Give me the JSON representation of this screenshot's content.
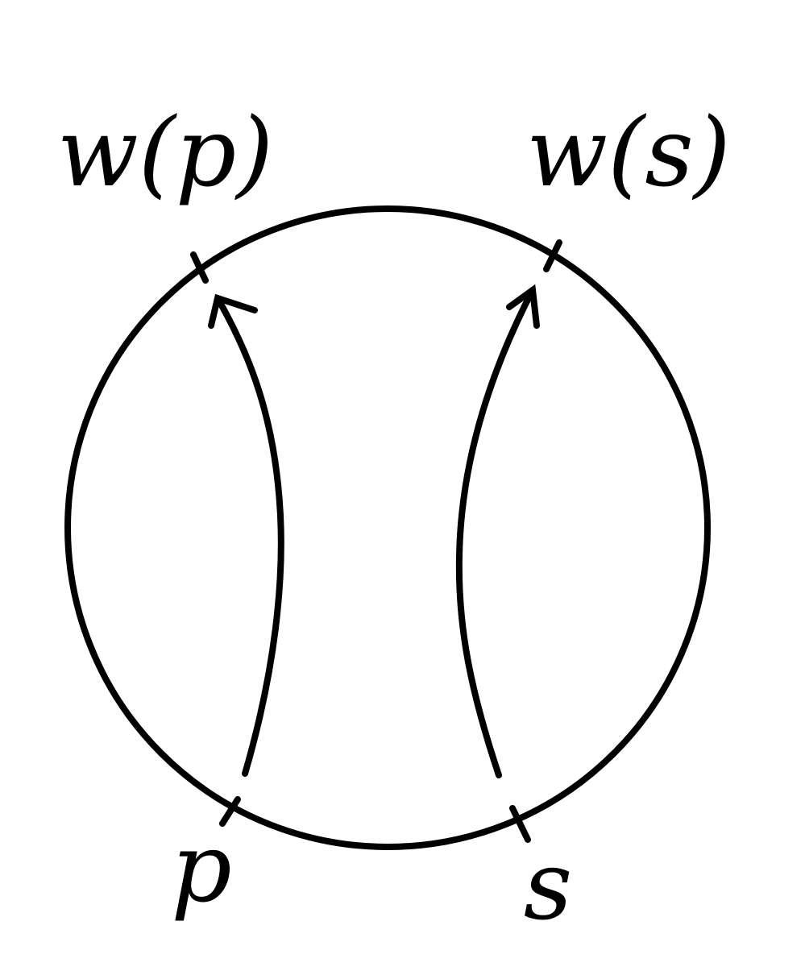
{
  "labels": {
    "top_left": "w(p)",
    "top_right": "w(s)",
    "bottom_left": "p",
    "bottom_right": "s"
  },
  "colors": {
    "stroke": "#000000",
    "background": "#ffffff"
  }
}
